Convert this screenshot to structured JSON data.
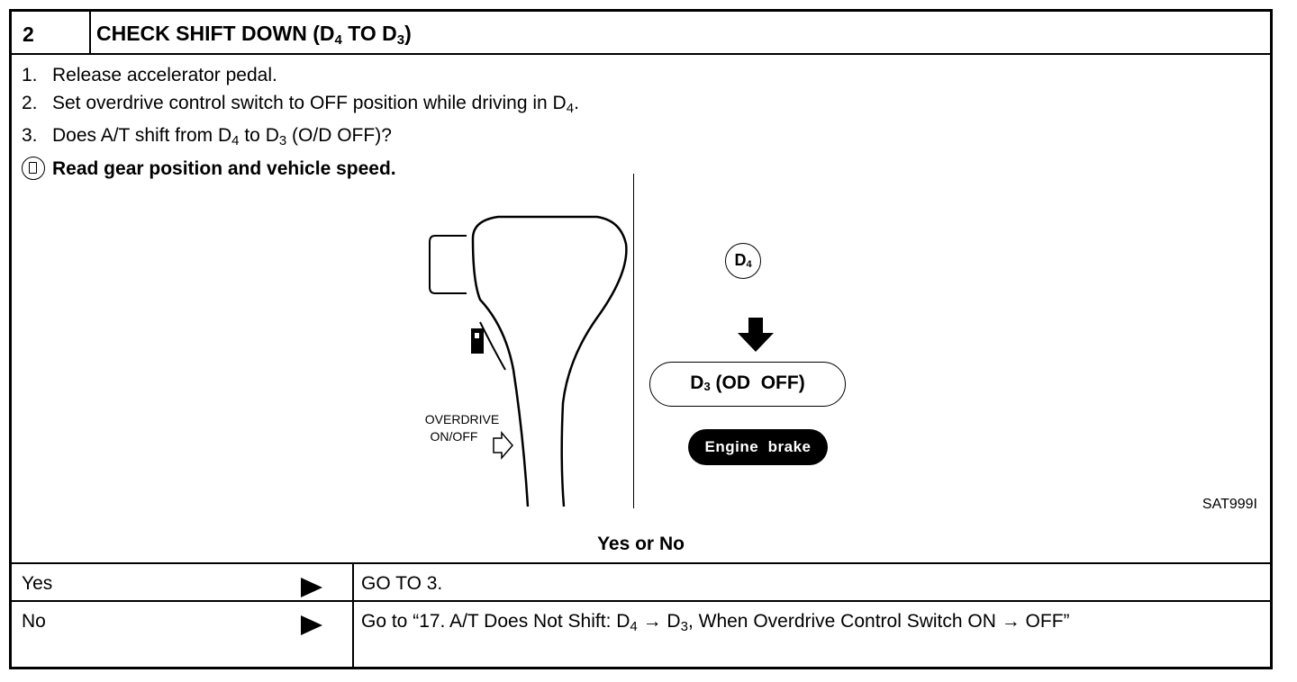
{
  "header": {
    "step_number": "2",
    "title_main": "CHECK SHIFT DOWN (D",
    "title_sub1": "4",
    "title_mid": " TO D",
    "title_sub2": "3",
    "title_end": ")"
  },
  "steps": [
    {
      "num": "1.",
      "text": "Release accelerator pedal."
    },
    {
      "num": "2.",
      "text_a": "Set overdrive control switch to OFF position while driving in D",
      "sub": "4",
      "text_b": "."
    },
    {
      "num": "3.",
      "text_a": "Does A/T shift from D",
      "sub1": "4",
      "text_b": " to D",
      "sub2": "3",
      "text_c": " (O/D OFF)?"
    }
  ],
  "instruction": "Read gear position and vehicle speed.",
  "icons": {
    "instruction_icon": "consult-monitor-icon",
    "arrow_icon": "down-arrow-icon",
    "hollow_arrow_icon": "hollow-right-arrow-icon"
  },
  "figure": {
    "overdrive_label_line1": "OVERDRIVE",
    "overdrive_label_line2": "ON/OFF",
    "d4_main": "D",
    "d4_sub": "4",
    "d3_main": "D",
    "d3_sub": "3",
    "d3_rest": " (OD  OFF)",
    "engine_brake": "Engine  brake",
    "code": "SAT999I"
  },
  "question": "Yes or No",
  "answers": [
    {
      "label": "Yes",
      "action": "GO TO 3."
    },
    {
      "label": "No",
      "action_a": "Go to “17. A/T Does Not Shift: D",
      "sub1": "4",
      "action_b": " → D",
      "sub2": "3",
      "action_c": ", When Overdrive Control Switch ON → OFF”"
    }
  ]
}
